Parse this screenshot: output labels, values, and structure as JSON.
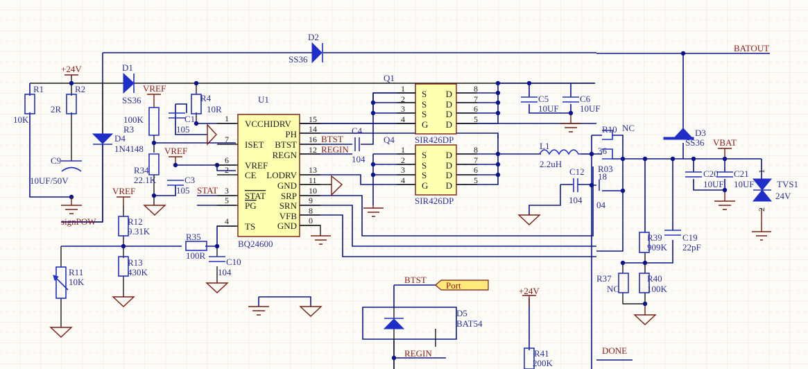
{
  "sheet": {
    "background": "#fdfbf5",
    "grid_color": "#e8e6dc",
    "wire_color": "#0a148c",
    "part_color": "#1f2ec8",
    "net_label_color": "#8a1a14",
    "ic_fill": "#ffffb0"
  },
  "power": {
    "p24v_top": "+24V",
    "p24v_bottom": "+24V",
    "vref_r3": "VREF",
    "vref_c3": "VREF",
    "vref_r12": "VREF",
    "vbat": "VBAT"
  },
  "nets": {
    "batout": "BATOUT",
    "signpow": "signPOW",
    "stat": "STAT",
    "btst": "BTST",
    "regin": "REGIN",
    "btst_port": "BTST",
    "regin_port": "REGIN",
    "done": "DONE",
    "port_label": "Port"
  },
  "components": {
    "R1": {
      "ref": "R1",
      "value": "10K"
    },
    "R2": {
      "ref": "R2",
      "value": "2R"
    },
    "C9": {
      "ref": "C9",
      "value": "10UF/50V"
    },
    "D1": {
      "ref": "D1",
      "value": "SS36"
    },
    "D2": {
      "ref": "D2",
      "value": "SS36"
    },
    "D3": {
      "ref": "D3",
      "value": "SS36"
    },
    "D4": {
      "ref": "D4",
      "value": "1N4148"
    },
    "D5": {
      "ref": "D5",
      "value": "BAT54"
    },
    "R3": {
      "ref": "R3",
      "value": "100K"
    },
    "R4": {
      "ref": "R4",
      "value": "10R"
    },
    "C1": {
      "ref": "C1",
      "value": "105"
    },
    "R34": {
      "ref": "R34",
      "value": "22.1K"
    },
    "C3": {
      "ref": "C3",
      "value": "105"
    },
    "R12": {
      "ref": "R12",
      "value": "9.31K"
    },
    "R13": {
      "ref": "R13",
      "value": "430K"
    },
    "R11": {
      "ref": "R11",
      "value": "10K"
    },
    "R35": {
      "ref": "R35",
      "value": "100R"
    },
    "C10": {
      "ref": "C10",
      "value": "104"
    },
    "C4": {
      "ref": "C4",
      "value": "104"
    },
    "Q1": {
      "ref": "Q1",
      "value": "SIR426DP"
    },
    "Q4": {
      "ref": "Q4",
      "value": "SIR426DP"
    },
    "C5": {
      "ref": "C5",
      "value": "10UF"
    },
    "C6": {
      "ref": "C6",
      "value": "10UF"
    },
    "L1": {
      "ref": "L1",
      "value": "2.2uH"
    },
    "C12": {
      "ref": "C12",
      "value": "104"
    },
    "R10": {
      "ref": "R10",
      "value": "NC"
    },
    "R03": {
      "ref": "R03",
      "value_a": "36",
      "value_b": "18",
      "value_c": "04"
    },
    "C20": {
      "ref": "C20",
      "value": "10UF"
    },
    "C21": {
      "ref": "C21",
      "value": "10UF"
    },
    "TVS1": {
      "ref": "TVS1",
      "value": "24V",
      "pin1": "1",
      "pin2": "2"
    },
    "R39": {
      "ref": "R39",
      "value": "909K"
    },
    "C19": {
      "ref": "C19",
      "value": "22pF"
    },
    "R37": {
      "ref": "R37",
      "value": "NC"
    },
    "R40": {
      "ref": "R40",
      "value": "100K"
    },
    "R41": {
      "ref": "R41",
      "value": "200K"
    }
  },
  "u1": {
    "ref": "U1",
    "part": "BQ24600",
    "left_pins": [
      {
        "num": "1",
        "name": "VCCHIDRV"
      },
      {
        "num": "7",
        "name": "ISET"
      },
      {
        "num": "6",
        "name": "VREF"
      },
      {
        "num": "2",
        "name": "CE"
      },
      {
        "num": "3",
        "name": "STAT"
      },
      {
        "num": "5",
        "name": "PG"
      },
      {
        "num": "4",
        "name": "TS"
      }
    ],
    "right_pins": [
      {
        "num": "15",
        "name": ""
      },
      {
        "num": "14",
        "name": "PH"
      },
      {
        "num": "16",
        "name": "BTST"
      },
      {
        "num": "12",
        "name": "REGN"
      },
      {
        "num": "13",
        "name": "LODRV"
      },
      {
        "num": "11",
        "name": "GND"
      },
      {
        "num": "10",
        "name": "SRP"
      },
      {
        "num": "9",
        "name": "SRN"
      },
      {
        "num": "8",
        "name": "VFB"
      },
      {
        "num": "0",
        "name": "GND"
      }
    ]
  },
  "mosfet": {
    "left_pins": [
      {
        "num": "1",
        "name": "S"
      },
      {
        "num": "2",
        "name": "S"
      },
      {
        "num": "3",
        "name": "S"
      },
      {
        "num": "4",
        "name": "G"
      }
    ],
    "right_pins": [
      {
        "num": "8",
        "name": "D"
      },
      {
        "num": "7",
        "name": "D"
      },
      {
        "num": "6",
        "name": "D"
      },
      {
        "num": "5",
        "name": "D"
      }
    ]
  }
}
